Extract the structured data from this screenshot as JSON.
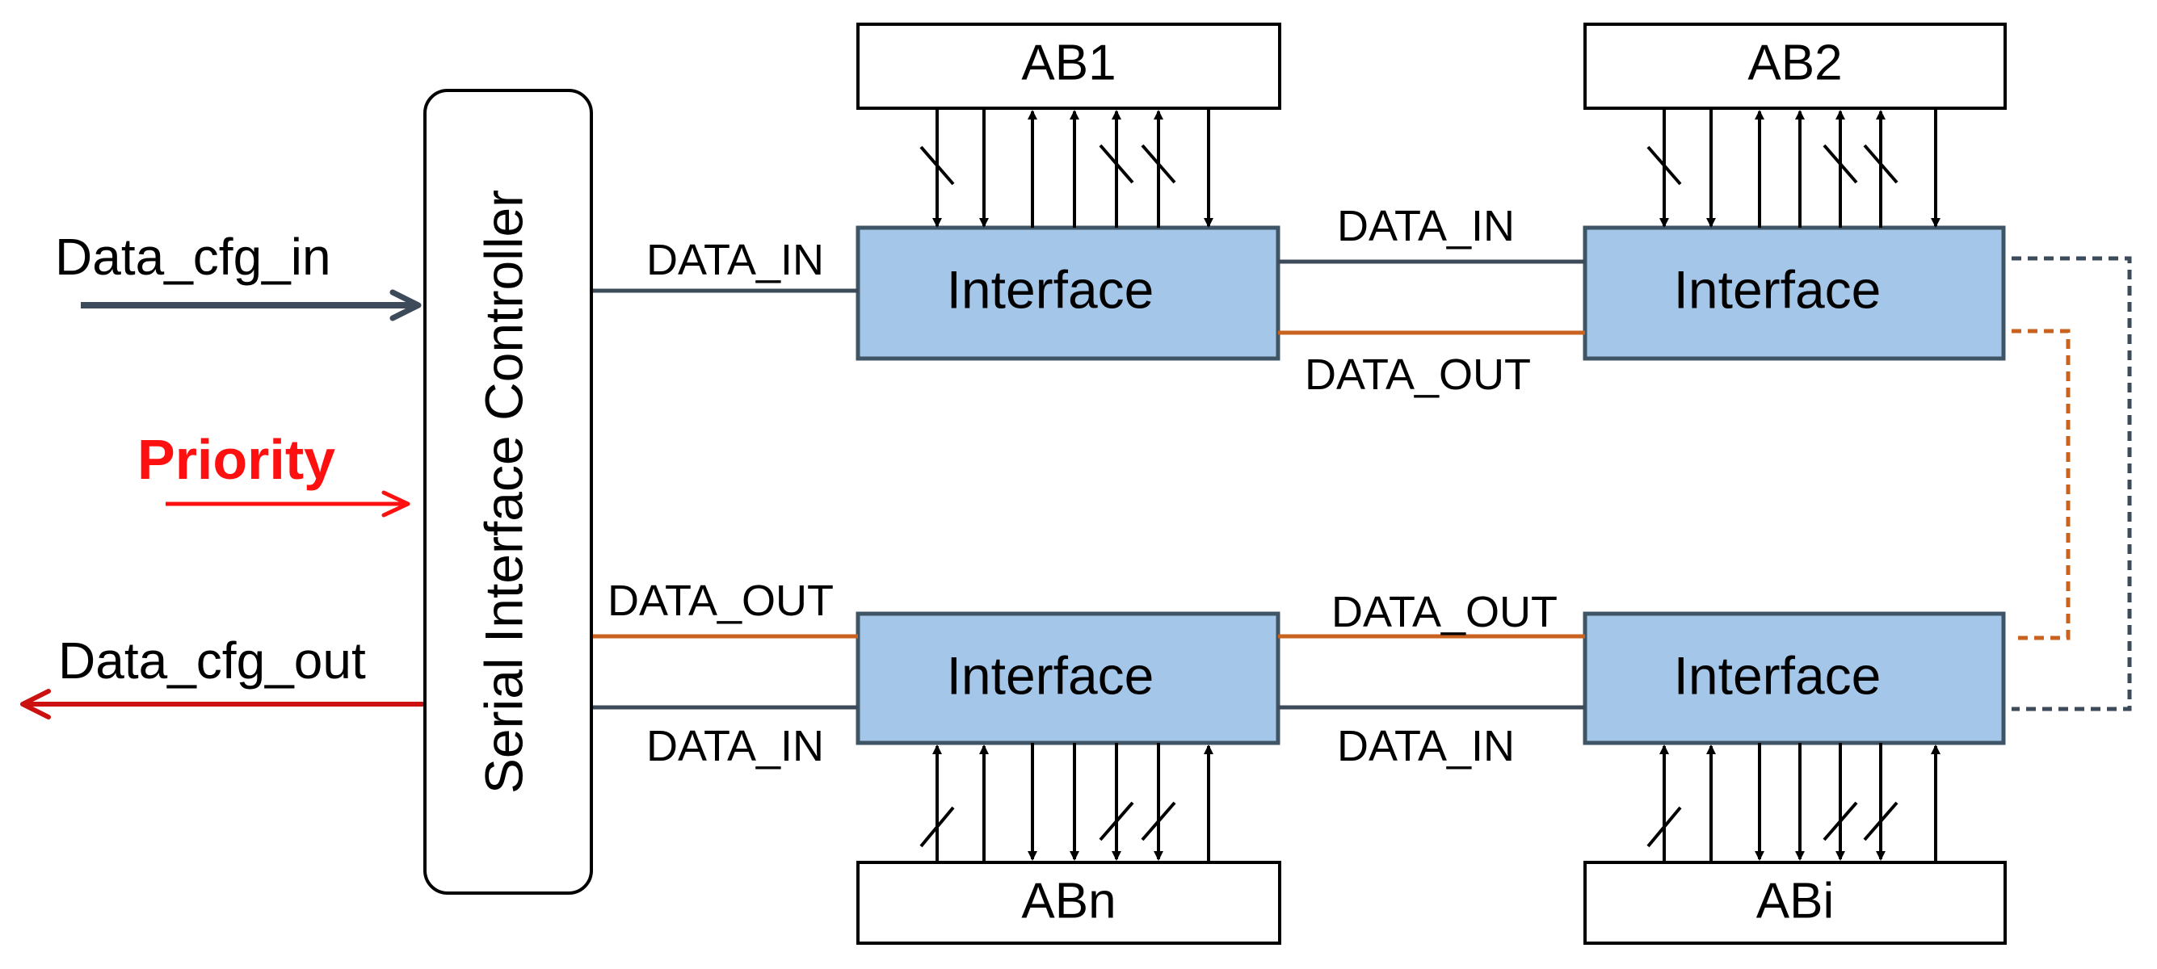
{
  "inputs": {
    "data_cfg_in": "Data_cfg_in",
    "priority": "Priority",
    "data_cfg_out": "Data_cfg_out"
  },
  "controller": {
    "label": "Serial Interface Controller"
  },
  "blocks": {
    "ab1": "AB1",
    "ab2": "AB2",
    "abn": "ABn",
    "abi": "ABi"
  },
  "interfaces": {
    "top_left": "Interface",
    "top_right": "Interface",
    "bottom_left": "Interface",
    "bottom_right": "Interface"
  },
  "signals": {
    "ctrl_to_if1_in": "DATA_IN",
    "if1_to_if2_in": "DATA_IN",
    "if1_if2_out": "DATA_OUT",
    "ctrl_ifn_out": "DATA_OUT",
    "ifn_ifi_out": "DATA_OUT",
    "ctrl_ifn_in": "DATA_IN",
    "ifn_ifi_in": "DATA_IN"
  },
  "colors": {
    "interface_fill": "#a4c6e8",
    "interface_stroke": "#3f5566",
    "data_in_line": "#3c4a5a",
    "data_out_line": "#c8621e",
    "priority": "#ff1010",
    "cfg_out": "#cc1111",
    "block_stroke": "#000000"
  }
}
